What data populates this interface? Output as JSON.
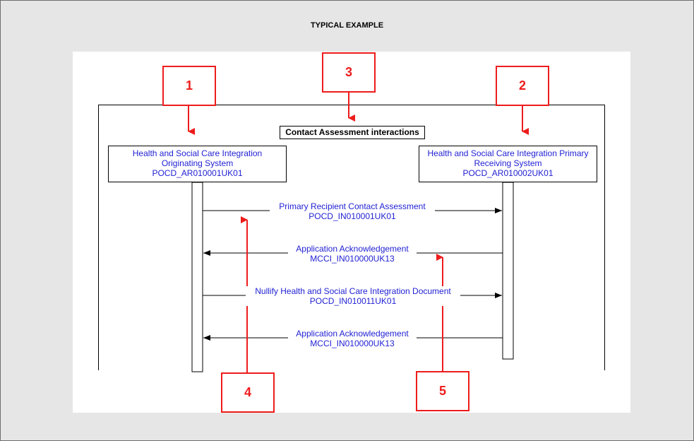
{
  "page_title": "TYPICAL EXAMPLE",
  "diagram_title": "Contact Assessment interactions",
  "lifelines": [
    {
      "line1": "Health and Social Care Integration",
      "line2": "Originating System",
      "line3": "POCD_AR010001UK01"
    },
    {
      "line1": "Health and Social Care Integration Primary",
      "line2": "Receiving System",
      "line3": "POCD_AR010002UK01"
    }
  ],
  "messages": [
    {
      "name": "Primary Recipient Contact Assessment",
      "id": "POCD_IN010001UK01",
      "direction": "right"
    },
    {
      "name": "Application Acknowledgement",
      "id": "MCCI_IN010000UK13",
      "direction": "left"
    },
    {
      "name": "Nullify Health and Social Care Integration Document",
      "id": "POCD_IN010011UK01",
      "direction": "right"
    },
    {
      "name": "Application Acknowledgement",
      "id": "MCCI_IN010000UK13",
      "direction": "left"
    }
  ],
  "callouts": [
    "1",
    "2",
    "3",
    "4",
    "5"
  ],
  "colors": {
    "callout": "#ee1c1c",
    "message_text": "#1f1fd4",
    "background": "#e6e6e6"
  }
}
